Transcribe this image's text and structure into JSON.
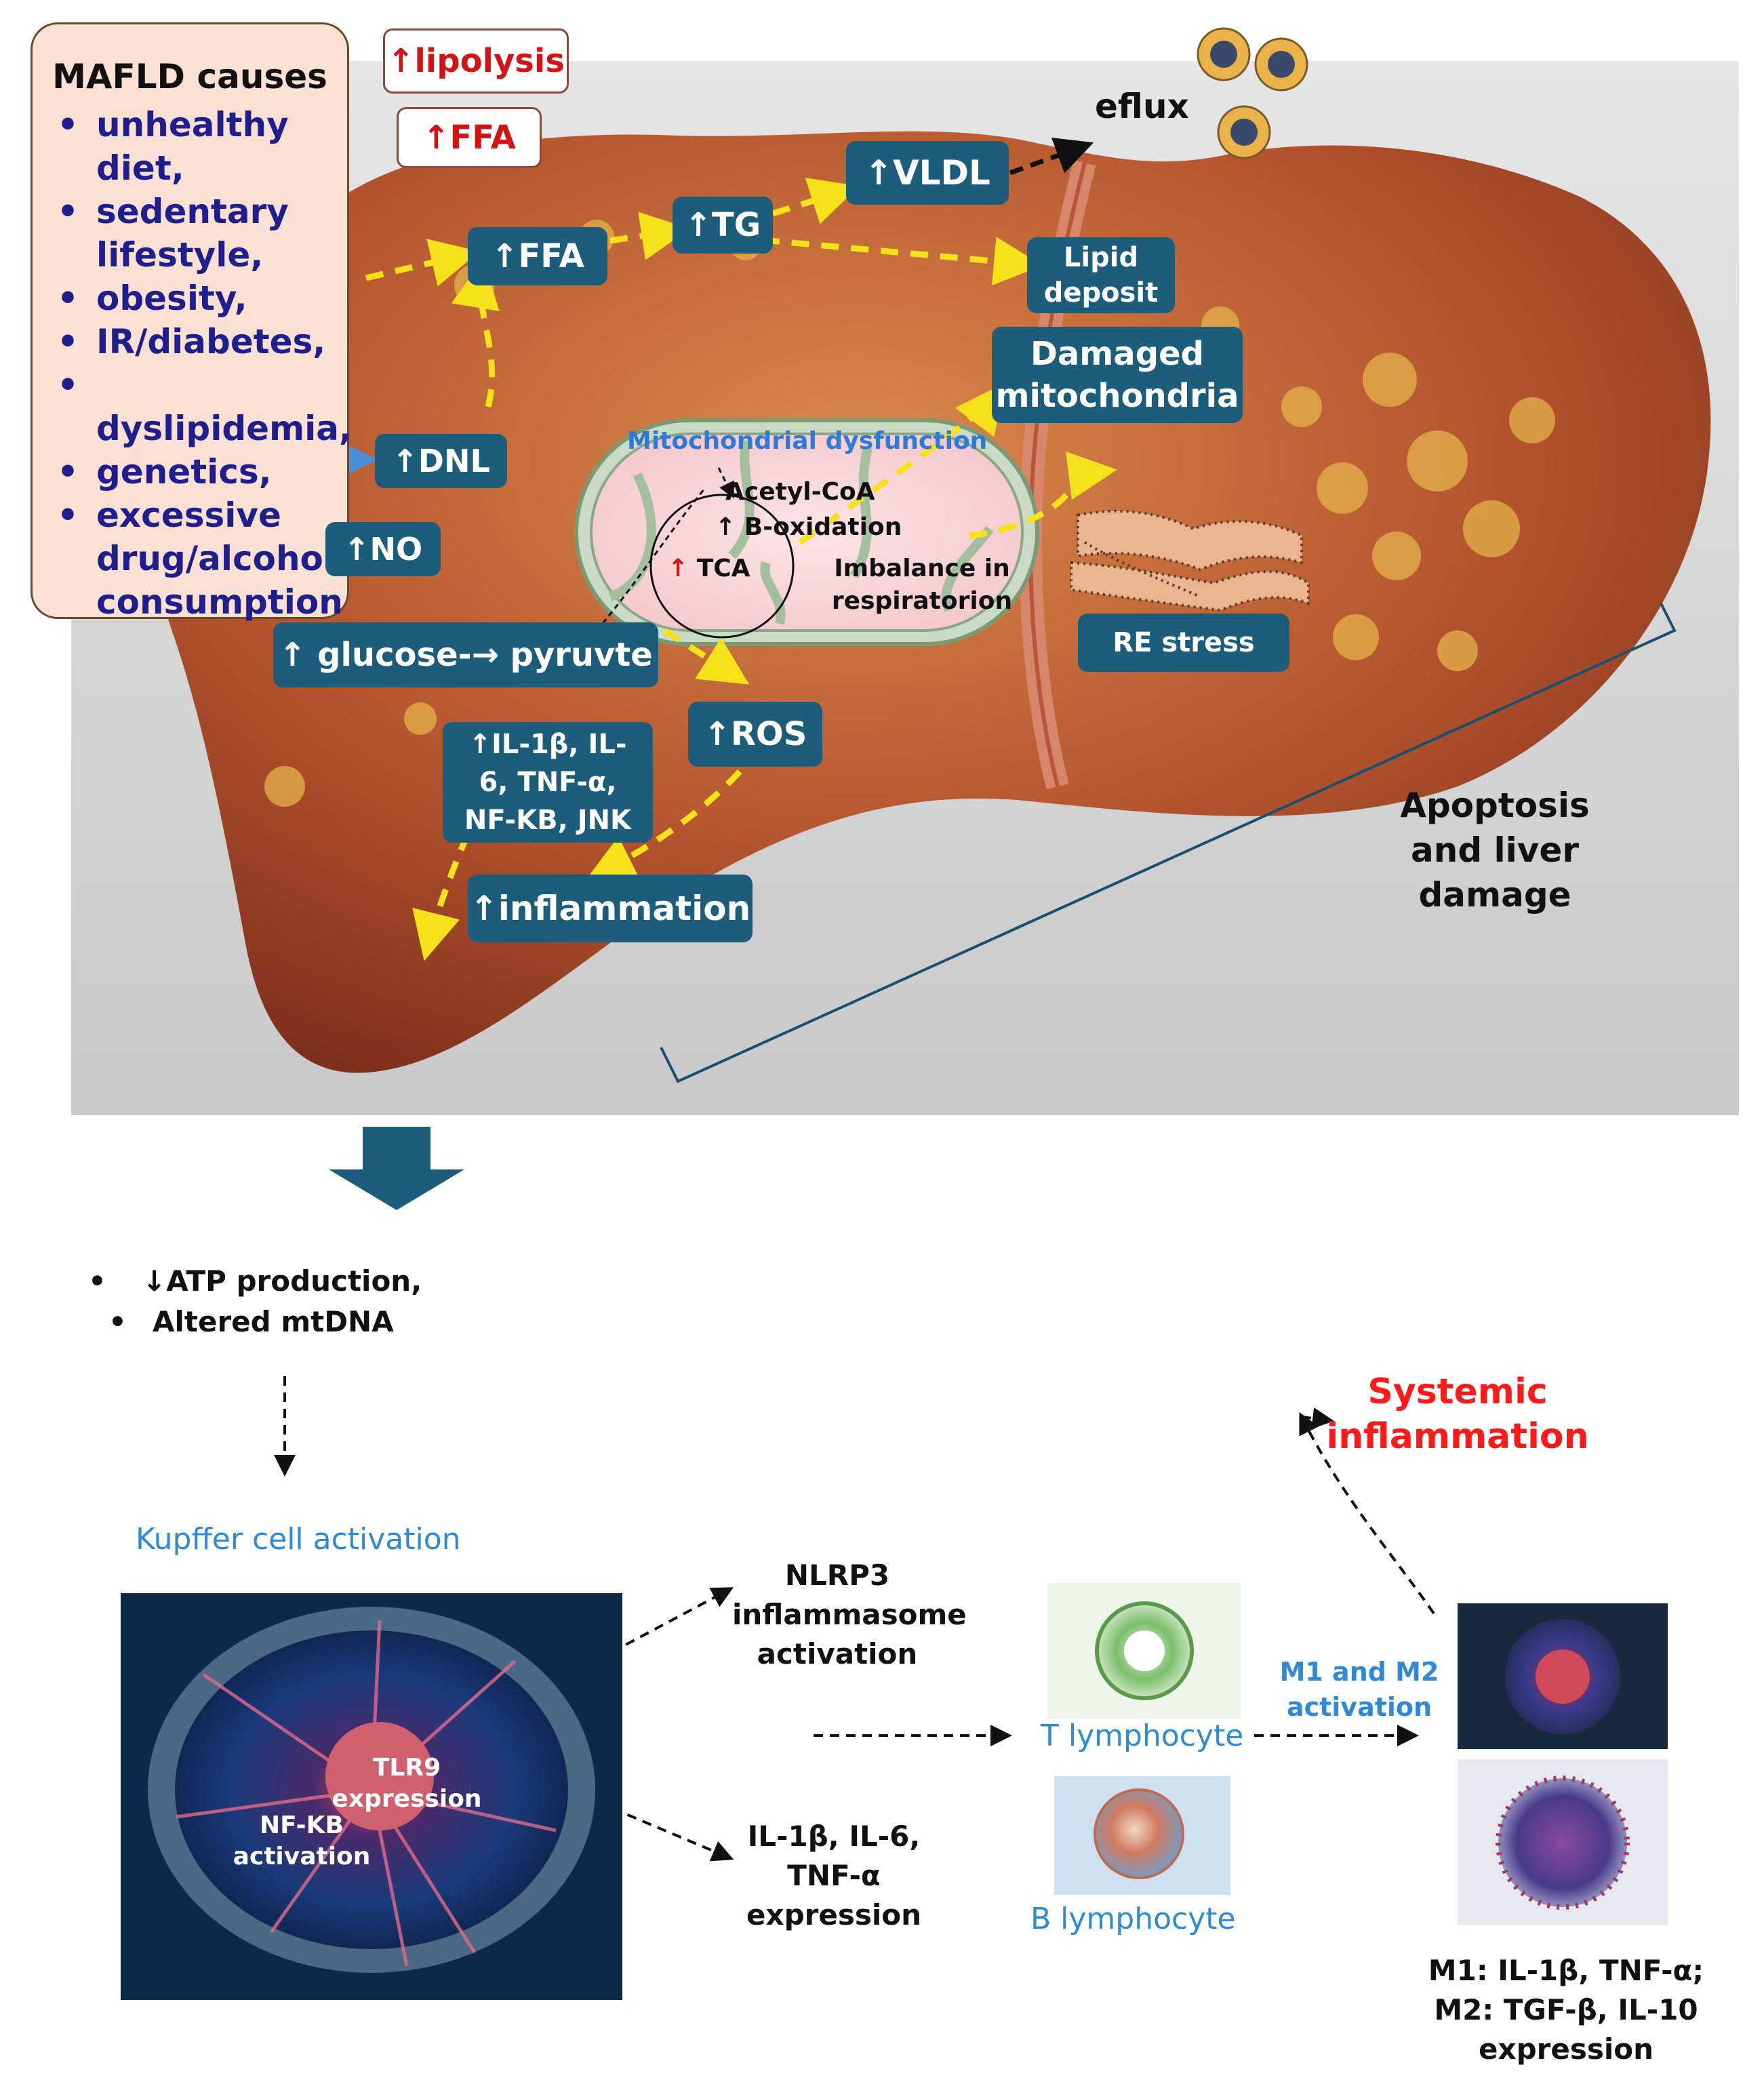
{
  "causes": {
    "title": "MAFLD causes",
    "items": [
      "unhealthy diet,",
      "sedentary lifestyle,",
      "obesity,",
      "IR/diabetes,",
      "dyslipidemia,",
      "genetics,",
      "excessive drug/alcohol consumption"
    ]
  },
  "liver": {
    "lipolysis": "↑lipolysis",
    "ffa_red": "↑FFA",
    "ffa": "↑FFA",
    "tg": "↑TG",
    "vldl": "↑VLDL",
    "eflux": "eflux",
    "lipid_deposit": "Lipid deposit",
    "damaged_mito": "Damaged mitochondria",
    "dnl": "↑DNL",
    "no": "↑NO",
    "mito_dysfunction": "Mitochondrial dysfunction",
    "acetyl_coa": "Acetyl-CoA",
    "b_oxidation": "↑ B-oxidation",
    "tca_arrow": "↑",
    "tca": " TCA",
    "imbalance": "Imbalance in respiratorion",
    "glucose": "↑ glucose-→ pyruvte",
    "ros": "↑ROS",
    "cytokines": "↑IL-1β, IL-6, TNF-α, NF-KB, JNK",
    "inflammation": "↑inflammation",
    "re_stress": "RE stress",
    "apoptosis": "Apoptosis and liver damage"
  },
  "lower": {
    "atp": "↓ATP production,",
    "mtdna": "Altered mtDNA",
    "kupffer": "Kupffer cell activation",
    "tlr9": "TLR9 expression",
    "nfkb": "NF-KB activation",
    "nlrp3": "NLRP3 inflammasome activation",
    "il_expr": "IL-1β, IL-6, TNF-α expression",
    "t_lymph": "T lymphocyte",
    "b_lymph": "B lymphocyte",
    "m1m2": "M1 and M2 activation",
    "systemic": "Systemic inflammation",
    "m_expr": "M1: IL-1β, TNF-α; M2: TGF-β, IL-10 expression"
  },
  "colors": {
    "box": "#1b5d7b",
    "red": "#d21414",
    "navy": "#1e1e8c",
    "blue_label": "#2f8ad6",
    "yellow_arrow": "#f5e21a",
    "liver": "#b5552f"
  }
}
